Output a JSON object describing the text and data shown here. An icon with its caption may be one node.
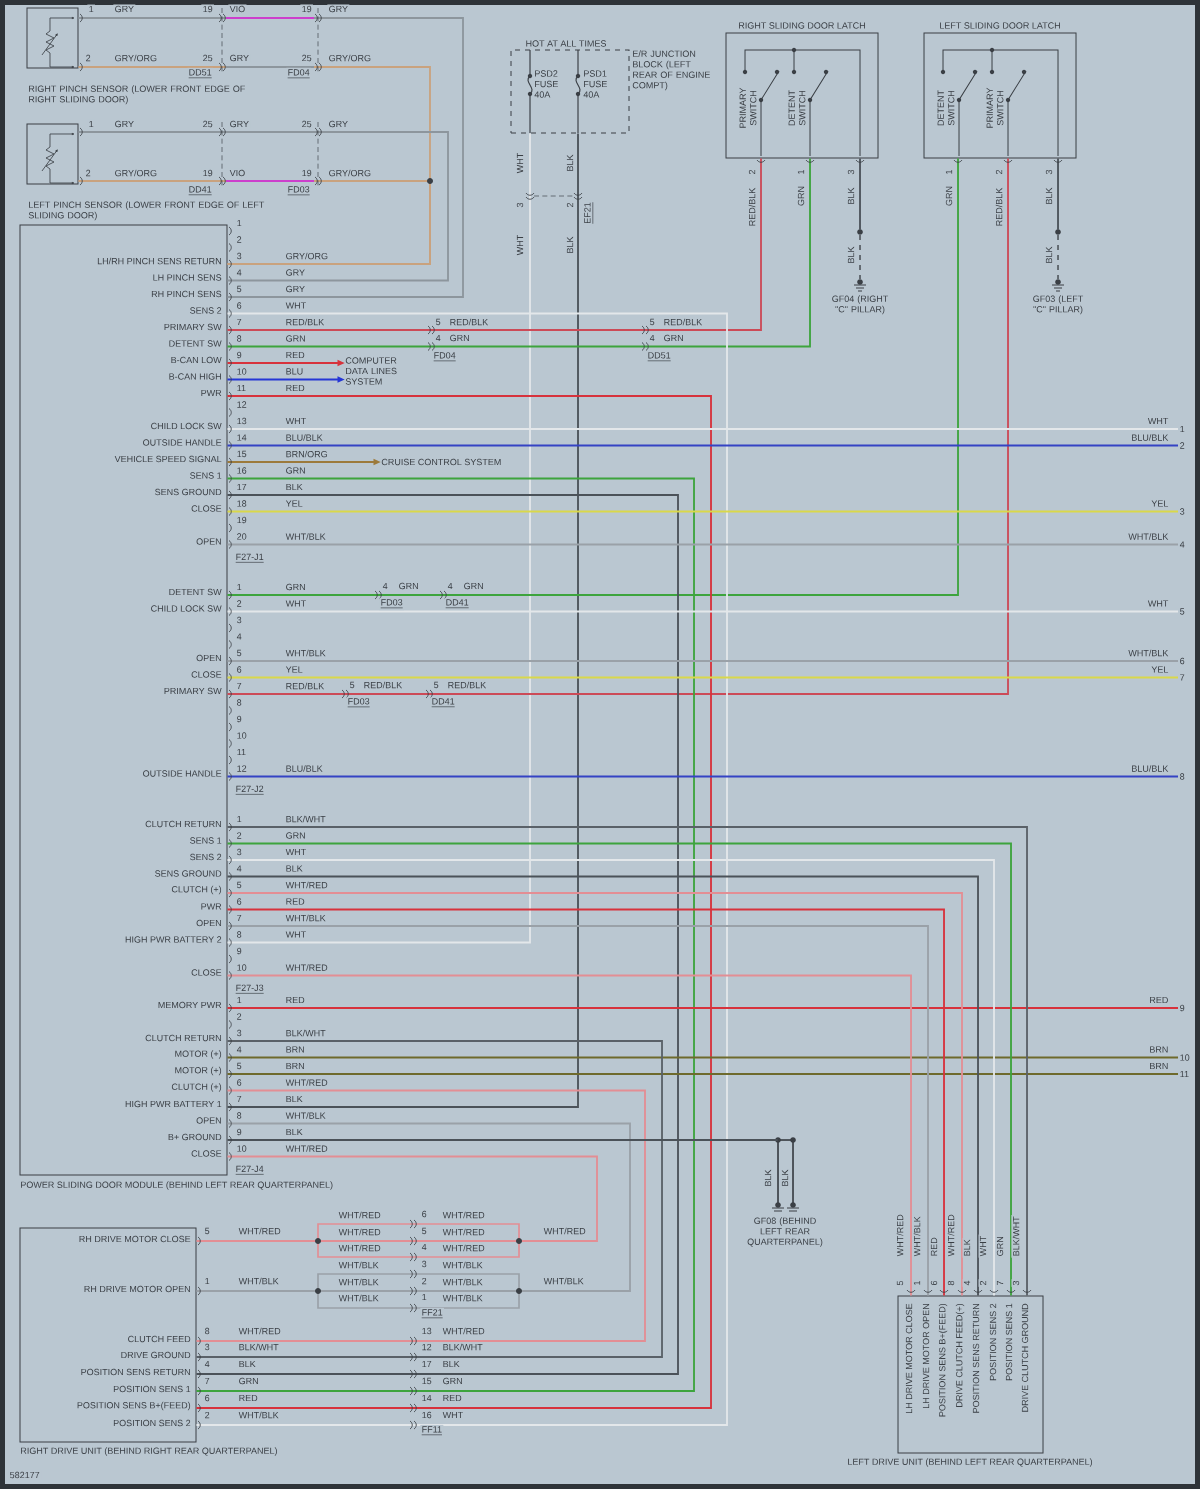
{
  "diagram": {
    "nodes": [
      {
        "text": [
          "RIGHT PINCH SENSOR (LOWER FRONT EDGE OF RIGHT SLIDING DOOR)"
        ]
      },
      {
        "text": [
          "LEFT PINCH SENSOR (LOWER FRONT EDGE OF LEFT SLIDING DOOR)"
        ]
      },
      {
        "text": [
          "LH/RH PINCH SENS RETURN",
          "LH PINCH SENS",
          "RH PINCH SENS",
          "SENS 2",
          "PRIMARY SW",
          "DETENT SW",
          "B-CAN LOW",
          "B-CAN HIGH",
          "PWR",
          "CHILD LOCK SW",
          "OUTSIDE HANDLE",
          "VEHICLE SPEED SIGNAL",
          "SENS 1",
          "SENS GROUND",
          "CLOSE",
          "OPEN",
          "DETENT SW",
          "CHILD LOCK SW",
          "OPEN",
          "CLOSE",
          "PRIMARY SW",
          "OUTSIDE HANDLE",
          "CLUTCH RETURN",
          "SENS 1",
          "SENS 2",
          "SENS GROUND",
          "CLUTCH (+)",
          "PWR",
          "OPEN",
          "HIGH PWR BATTERY 2",
          "CLOSE",
          "MEMORY PWR",
          "CLUTCH RETURN",
          "MOTOR (+)",
          "MOTOR (+)",
          "CLUTCH (+)",
          "HIGH PWR BATTERY 1",
          "OPEN",
          "B+ GROUND",
          "CLOSE",
          "POWER SLIDING DOOR MODULE (BEHIND LEFT REAR QUARTERPANEL)"
        ]
      },
      {
        "text": [
          "HOT AT ALL TIMES",
          "PSD2 FUSE 40A",
          "PSD1 FUSE 40A",
          "E/R JUNCTION BLOCK (LEFT REAR OF ENGINE COMPT)"
        ]
      },
      {
        "text": [
          "RIGHT SLIDING DOOR LATCH",
          "PRIMARY SWITCH",
          "DETENT SWITCH"
        ]
      },
      {
        "text": [
          "LEFT SLIDING DOOR LATCH",
          "DETENT SWITCH",
          "PRIMARY SWITCH"
        ]
      },
      {
        "text": [
          "GF04 (RIGHT \"C\" PILLAR)"
        ]
      },
      {
        "text": [
          "GF03 (LEFT \"C\" PILLAR)"
        ]
      },
      {
        "text": [
          "GF08 (BEHIND LEFT REAR QUARTERPANEL)"
        ]
      },
      {
        "text": [
          "RH DRIVE MOTOR CLOSE",
          "RH DRIVE MOTOR OPEN",
          "CLUTCH FEED",
          "DRIVE GROUND",
          "POSITION SENS RETURN",
          "POSITION SENS 1",
          "POSITION SENS B+(FEED)",
          "POSITION SENS 2",
          "RIGHT DRIVE UNIT (BEHIND RIGHT REAR QUARTERPANEL)"
        ]
      },
      {
        "text": [
          "LH DRIVE MOTOR CLOSE",
          "LH DRIVE MOTOR OPEN",
          "POSITION SENS B+(FEED)",
          "DRIVE CLUTCH FEED(+)",
          "POSITION SENS RETURN",
          "POSITION SENS 2",
          "POSITION SENS 1",
          "DRIVE CLUTCH GROUND",
          "LEFT DRIVE UNIT (BEHIND LEFT REAR QUARTERPANEL)"
        ]
      },
      {
        "text": [
          "COMPUTER DATA LINES SYSTEM"
        ]
      },
      {
        "text": [
          "CRUISE CONTROL SYSTEM"
        ]
      },
      {
        "text": [
          "1"
        ]
      },
      {
        "text": [
          "2"
        ]
      },
      {
        "text": [
          "3"
        ]
      },
      {
        "text": [
          "4"
        ]
      },
      {
        "text": [
          "5"
        ]
      },
      {
        "text": [
          "6"
        ]
      },
      {
        "text": [
          "7"
        ]
      },
      {
        "text": [
          "8"
        ]
      },
      {
        "text": [
          "9"
        ]
      },
      {
        "text": [
          "10"
        ]
      },
      {
        "text": [
          "11"
        ]
      }
    ],
    "edges": [
      {
        "from": 0,
        "to": 2,
        "arrow": "none"
      },
      {
        "from": 0,
        "to": 2,
        "arrow": "none",
        "color": "#c9a27e"
      },
      {
        "from": 1,
        "to": 2,
        "arrow": "none"
      },
      {
        "from": 1,
        "to": 2,
        "arrow": "none",
        "color": "#c9a27e"
      },
      {
        "from": 3,
        "to": 2,
        "arrow": "none",
        "color": "#e3e7ea"
      },
      {
        "from": 3,
        "to": 2,
        "arrow": "none",
        "color": "#4b5259"
      },
      {
        "from": 2,
        "to": 4,
        "arrow": "none",
        "color": "#cc4a57"
      },
      {
        "from": 2,
        "to": 4,
        "arrow": "none",
        "color": "#3da43d"
      },
      {
        "from": 4,
        "to": 6,
        "arrow": "none",
        "color": "#4b5259"
      },
      {
        "from": 2,
        "to": 5,
        "arrow": "none",
        "color": "#3da43d"
      },
      {
        "from": 2,
        "to": 5,
        "arrow": "none",
        "color": "#cc4a57"
      },
      {
        "from": 5,
        "to": 7,
        "arrow": "none",
        "color": "#4b5259"
      },
      {
        "from": 2,
        "to": 11,
        "arrow": "to",
        "color": "#d7323c"
      },
      {
        "from": 2,
        "to": 11,
        "arrow": "to",
        "color": "#2536d6"
      },
      {
        "from": 2,
        "to": 9,
        "arrow": "none",
        "color": "#d7323c"
      },
      {
        "from": 2,
        "to": 9,
        "arrow": "none",
        "color": "#3da43d"
      },
      {
        "from": 2,
        "to": 9,
        "arrow": "none",
        "color": "#4b5259"
      },
      {
        "from": 2,
        "to": 9,
        "arrow": "none",
        "color": "#e3e7ea"
      },
      {
        "from": 2,
        "to": 12,
        "arrow": "to",
        "color": "#9c7a3c"
      },
      {
        "from": 2,
        "to": 13,
        "arrow": "none",
        "color": "#e3e7ea"
      },
      {
        "from": 2,
        "to": 14,
        "arrow": "none",
        "color": "#3443c4"
      },
      {
        "from": 2,
        "to": 15,
        "arrow": "none",
        "color": "#d9d84a"
      },
      {
        "from": 2,
        "to": 16,
        "arrow": "none",
        "color": "#9aa1a8"
      },
      {
        "from": 2,
        "to": 17,
        "arrow": "none",
        "color": "#e3e7ea"
      },
      {
        "from": 2,
        "to": 18,
        "arrow": "none",
        "color": "#9aa1a8"
      },
      {
        "from": 2,
        "to": 19,
        "arrow": "none",
        "color": "#d9d84a"
      },
      {
        "from": 2,
        "to": 20,
        "arrow": "none",
        "color": "#3443c4"
      },
      {
        "from": 2,
        "to": 21,
        "arrow": "none",
        "color": "#d7323c"
      },
      {
        "from": 2,
        "to": 22,
        "arrow": "none",
        "color": "#6e6a2c"
      },
      {
        "from": 2,
        "to": 23,
        "arrow": "none",
        "color": "#6e6a2c"
      },
      {
        "from": 2,
        "to": 10,
        "arrow": "none",
        "color": "#5a6168"
      },
      {
        "from": 2,
        "to": 10,
        "arrow": "none",
        "color": "#3da43d"
      },
      {
        "from": 2,
        "to": 10,
        "arrow": "none",
        "color": "#e3e7ea"
      },
      {
        "from": 2,
        "to": 10,
        "arrow": "none",
        "color": "#4b5259"
      },
      {
        "from": 2,
        "to": 10,
        "arrow": "none",
        "color": "#e38e94"
      },
      {
        "from": 2,
        "to": 10,
        "arrow": "none",
        "color": "#d7323c"
      },
      {
        "from": 2,
        "to": 10,
        "arrow": "none",
        "color": "#9aa1a8"
      },
      {
        "from": 2,
        "to": 10,
        "arrow": "none",
        "color": "#e38e94"
      },
      {
        "from": 2,
        "to": 9,
        "arrow": "none",
        "color": "#5a6168"
      },
      {
        "from": 2,
        "to": 9,
        "arrow": "none",
        "color": "#e38e94"
      },
      {
        "from": 2,
        "to": 9,
        "arrow": "none",
        "color": "#9aa1a8"
      },
      {
        "from": 2,
        "to": 9,
        "arrow": "none",
        "color": "#e38e94"
      },
      {
        "from": 2,
        "to": 8,
        "arrow": "none",
        "color": "#4b5259"
      }
    ],
    "labels": [
      "1",
      "2",
      "3",
      "4",
      "5",
      "6",
      "7",
      "8",
      "9",
      "10",
      "11",
      "12",
      "13",
      "14",
      "15",
      "16",
      "17",
      "18",
      "19",
      "20",
      "1",
      "2",
      "3",
      "4",
      "5",
      "6",
      "7",
      "8",
      "9",
      "10",
      "11",
      "12",
      "1",
      "2",
      "3",
      "4",
      "5",
      "6",
      "7",
      "8",
      "9",
      "10",
      "1",
      "2",
      "3",
      "4",
      "5",
      "6",
      "7",
      "8",
      "9",
      "10",
      "GRY/ORG",
      "GRY",
      "GRY",
      "WHT",
      "RED/BLK",
      "GRN",
      "RED",
      "BLU",
      "RED",
      "WHT",
      "BLU/BLK",
      "BRN/ORG",
      "GRN",
      "BLK",
      "YEL",
      "WHT/BLK",
      "GRN",
      "WHT",
      "WHT/BLK",
      "YEL",
      "RED/BLK",
      "BLU/BLK",
      "BLK/WHT",
      "GRN",
      "WHT",
      "BLK",
      "WHT/RED",
      "RED",
      "WHT/BLK",
      "WHT",
      "WHT/RED",
      "RED",
      "BLK/WHT",
      "BRN",
      "BRN",
      "WHT/RED",
      "BLK",
      "WHT/BLK",
      "BLK",
      "WHT/RED",
      "F27-J1",
      "F27-J2",
      "F27-J3",
      "F27-J4",
      "1",
      "GRY",
      "19",
      "VIO",
      "19",
      "GRY",
      "2",
      "GRY/ORG",
      "25",
      "GRY",
      "25",
      "GRY/ORG",
      "DD51",
      "FD04",
      "1",
      "GRY",
      "25",
      "GRY",
      "25",
      "GRY",
      "2",
      "GRY/ORG",
      "19",
      "VIO",
      "19",
      "GRY/ORG",
      "DD41",
      "FD03",
      "WHT",
      "BLK",
      "3",
      "2",
      "EF21",
      "WHT",
      "BLK",
      "2",
      "RED/BLK",
      "1",
      "GRN",
      "3",
      "BLK",
      "BLK",
      "1",
      "GRN",
      "2",
      "RED/BLK",
      "3",
      "BLK",
      "BLK",
      "5",
      "RED/BLK",
      "4",
      "GRN",
      "FD04",
      "5",
      "RED/BLK",
      "4",
      "GRN",
      "DD51",
      "4",
      "GRN",
      "4",
      "GRN",
      "FD03",
      "DD41",
      "5",
      "RED/BLK",
      "5",
      "RED/BLK",
      "FD03",
      "DD41",
      "WHT",
      "BLU/BLK",
      "YEL",
      "WHT/BLK",
      "WHT",
      "WHT/BLK",
      "YEL",
      "BLU/BLK",
      "RED",
      "BRN",
      "BRN",
      "BLK",
      "BLK",
      "5",
      "WHT/RED",
      "1",
      "WHT/BLK",
      "WHT/RED",
      "WHT/RED",
      "WHT/RED",
      "WHT/BLK",
      "WHT/BLK",
      "WHT/BLK",
      "6",
      "WHT/RED",
      "5",
      "WHT/RED",
      "4",
      "WHT/RED",
      "3",
      "WHT/BLK",
      "2",
      "WHT/BLK",
      "1",
      "WHT/BLK",
      "FF21",
      "WHT/RED",
      "WHT/BLK",
      "8",
      "WHT/RED",
      "3",
      "BLK/WHT",
      "4",
      "BLK",
      "7",
      "GRN",
      "6",
      "RED",
      "2",
      "WHT/BLK",
      "13",
      "WHT/RED",
      "12",
      "BLK/WHT",
      "17",
      "BLK",
      "15",
      "GRN",
      "14",
      "RED",
      "16",
      "WHT",
      "FF11",
      "WHT/RED",
      "WHT/BLK",
      "RED",
      "WHT/RED",
      "BLK",
      "WHT",
      "GRN",
      "BLK/WHT",
      "5",
      "1",
      "6",
      "8",
      "4",
      "2",
      "7",
      "3",
      "582177"
    ]
  }
}
